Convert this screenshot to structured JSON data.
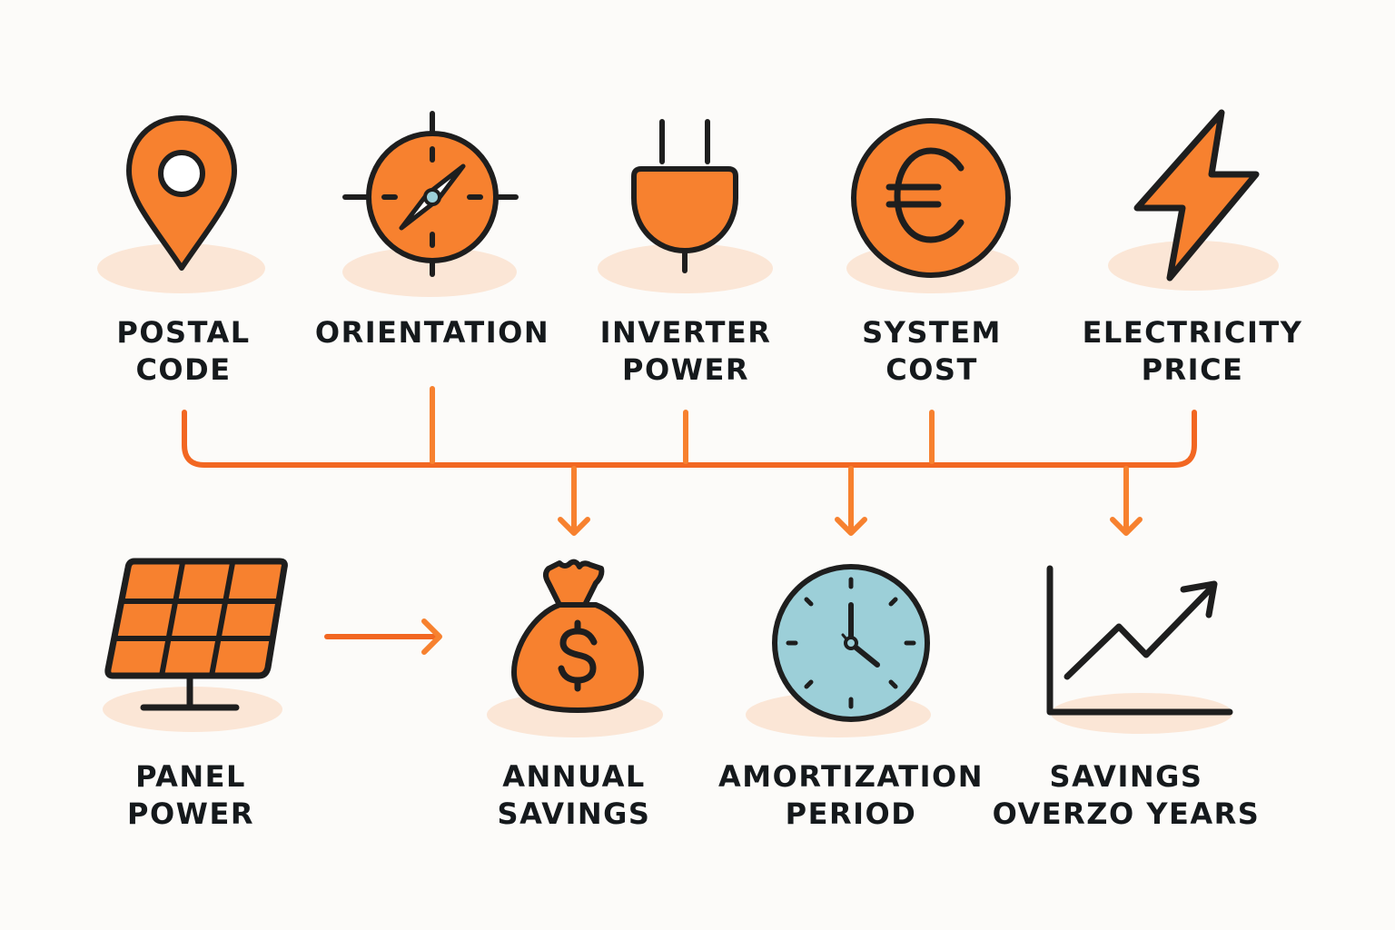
{
  "colors": {
    "background": "#fcfbf9",
    "accent": "#f7812f",
    "accent_dark": "#f26722",
    "outline": "#1e1e1e",
    "shadow": "#fbe6d6",
    "clock_face": "#9ccfd8",
    "text": "#15191c"
  },
  "inputs": [
    {
      "id": "postal-code",
      "icon": "map-pin-icon",
      "line1": "POSTAL",
      "line2": "CODE"
    },
    {
      "id": "orientation",
      "icon": "compass-icon",
      "line1": "ORIENTATION",
      "line2": ""
    },
    {
      "id": "inverter-power",
      "icon": "plug-icon",
      "line1": "INVERTER",
      "line2": "POWER"
    },
    {
      "id": "system-cost",
      "icon": "euro-coin-icon",
      "line1": "SYSTEM",
      "line2": "COST"
    },
    {
      "id": "electricity-price",
      "icon": "lightning-bolt-icon",
      "line1": "ELECTRICITY",
      "line2": "PRICE"
    }
  ],
  "source": {
    "id": "panel-power",
    "icon": "solar-panel-icon",
    "line1": "PANEL",
    "line2": "POWER"
  },
  "outputs": [
    {
      "id": "annual-savings",
      "icon": "money-bag-icon",
      "line1": "ANNUAL",
      "line2": "SAVINGS"
    },
    {
      "id": "amortization-period",
      "icon": "clock-icon",
      "line1": "AMORTIZATION",
      "line2": "PERIOD"
    },
    {
      "id": "savings-over-years",
      "icon": "rising-chart-icon",
      "line1": "SAVINGS",
      "line2": "OVERZO YEARS"
    }
  ]
}
